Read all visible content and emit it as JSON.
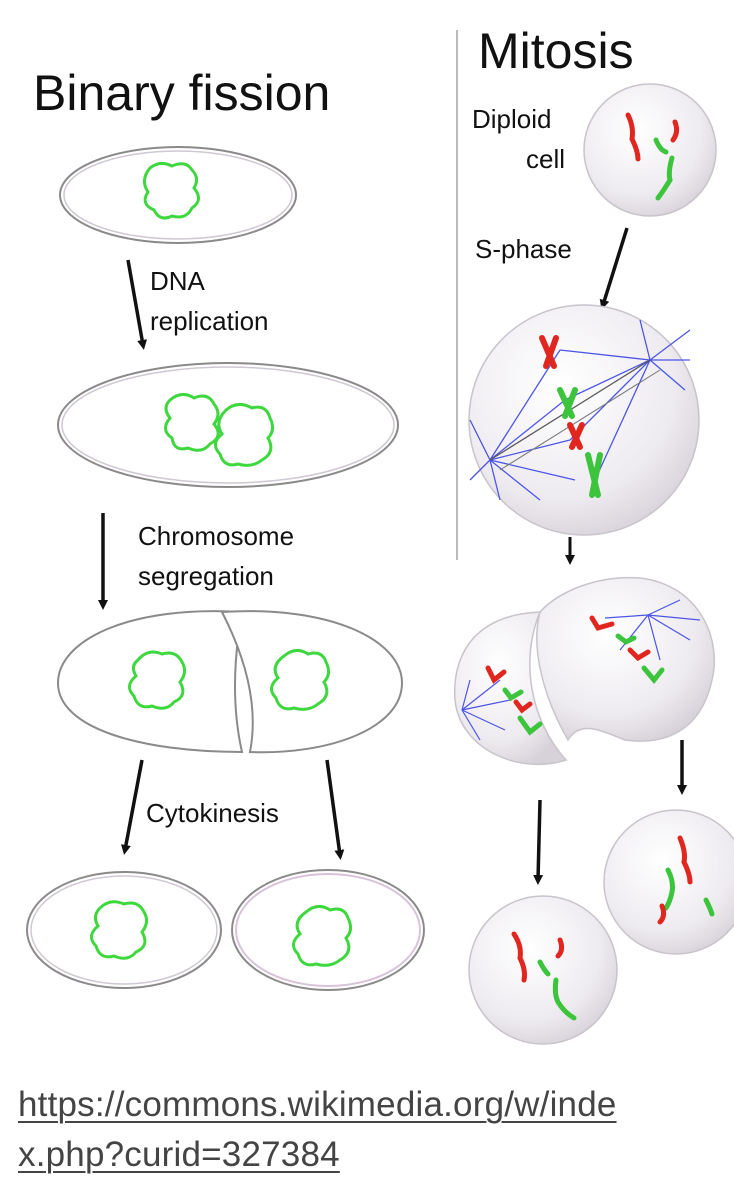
{
  "titles": {
    "binary_fission": "Binary fission",
    "mitosis": "Mitosis"
  },
  "labels": {
    "dna": "DNA",
    "replication": "replication",
    "chromosome": "Chromosome",
    "segregation": "segregation",
    "cytokinesis": "Cytokinesis",
    "diploid": "Diploid",
    "cell": "cell",
    "s_phase": "S-phase"
  },
  "source": {
    "line1": "https://commons.wikimedia.org/w/inde",
    "line2": "x.php?curid=327384"
  },
  "colors": {
    "dna": "#3ed83e",
    "chromosome_red": "#e0261f",
    "chromosome_green": "#3cc43c",
    "spindle": "#4b55e6",
    "cell_fill": "#f1eef2",
    "cell_stroke": "#7a7a7a"
  }
}
